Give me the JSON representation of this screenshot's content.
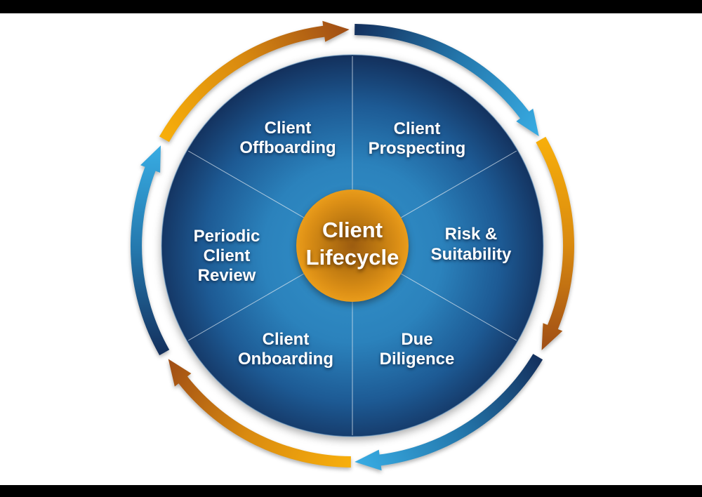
{
  "diagram": {
    "title": "Client Lifecycle",
    "center": {
      "lines": [
        "Client",
        "Lifecycle"
      ]
    }
  },
  "segments": [
    {
      "id": "client-prospecting",
      "lines": [
        "Client",
        "Prospecting"
      ]
    },
    {
      "id": "risk-suitability",
      "lines": [
        "Risk &",
        "Suitability"
      ]
    },
    {
      "id": "due-diligence",
      "lines": [
        "Due",
        "Diligence"
      ]
    },
    {
      "id": "client-onboarding",
      "lines": [
        "Client",
        "Onboarding"
      ]
    },
    {
      "id": "periodic-client-review",
      "lines": [
        "Periodic",
        "Client",
        "Review"
      ]
    },
    {
      "id": "client-offboarding",
      "lines": [
        "Client",
        "Offboarding"
      ]
    }
  ],
  "colors": {
    "letterbox": "#000000",
    "canvas": "#FFFFFF",
    "label_text": "#FFFFFF",
    "divider": "#D9E4EE",
    "wheel_center": "#3392CA",
    "wheel_mid1": "#2B82BC",
    "wheel_mid2": "#1D5A94",
    "wheel_rim": "#13305C",
    "hub_core": "#9C5C10",
    "hub_mid1": "#BE7911",
    "hub_mid2": "#DD9016",
    "hub_edge": "#EC9F1C",
    "warm_tail": "#F7AE0B",
    "warm_mid": "#D98A10",
    "warm_head": "#9F4D15",
    "cool_tail": "#14315E",
    "cool_mid": "#2478AD",
    "cool_head": "#38ACE3"
  }
}
